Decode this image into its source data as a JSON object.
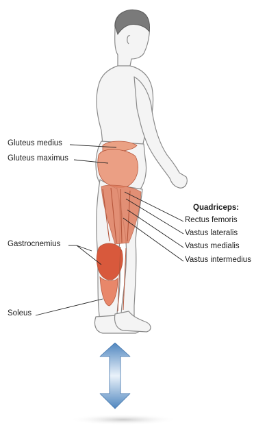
{
  "labels": {
    "gluteus_medius": "Gluteus medius",
    "gluteus_maximus": "Gluteus maximus",
    "gastrocnemius": "Gastrocnemius",
    "soleus": "Soleus",
    "quadriceps_heading": "Quadriceps:",
    "rectus_femoris": "Rectus femoris",
    "vastus_lateralis": "Vastus lateralis",
    "vastus_medialis": "Vastus medialis",
    "vastus_intermedius": "Vastus intermedius"
  },
  "colors": {
    "muscle": "#e07e5f",
    "muscle_dark": "#c95a3c",
    "arrow": "#5b8fc4",
    "skin_outline": "#8a8a8a",
    "leader_line": "#222222"
  },
  "icons": {
    "motion_arrow": "vertical-double-arrow"
  }
}
